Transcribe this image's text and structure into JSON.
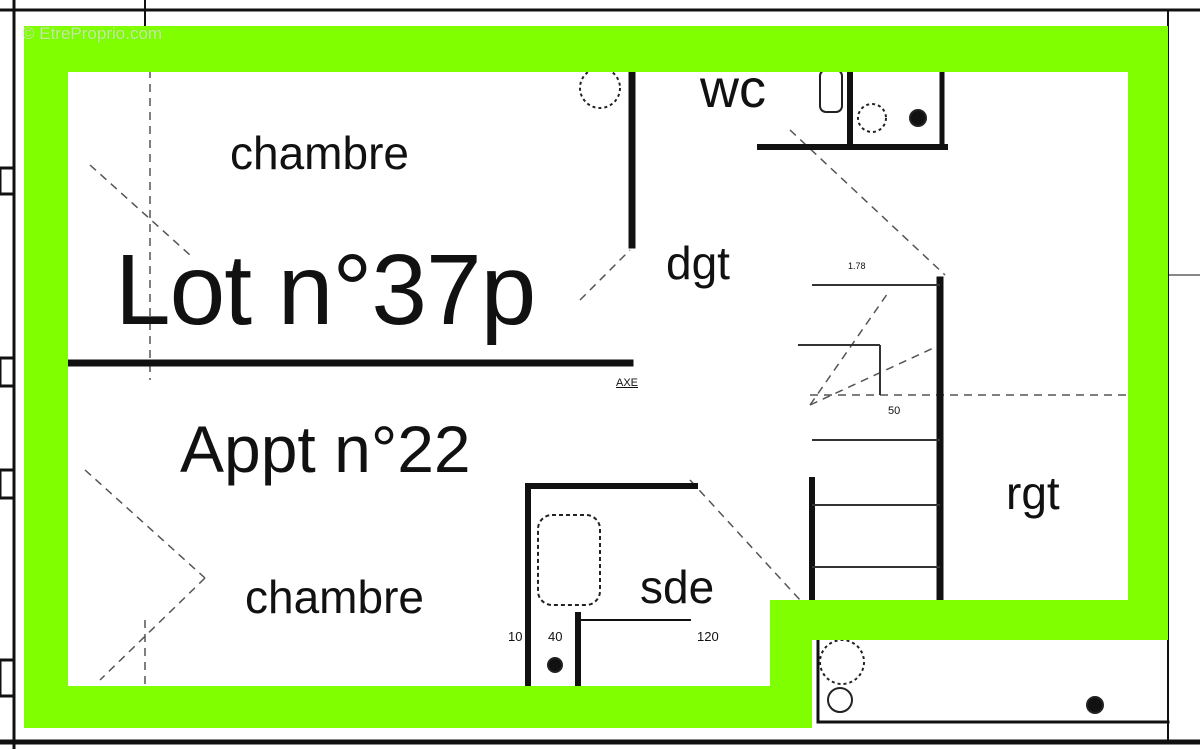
{
  "watermark": "© EtreProprio.com",
  "highlight_color": "#7fff00",
  "wall_color": "#111111",
  "title": {
    "lot": "Lot n°37p",
    "appartement": "Appt n°22"
  },
  "rooms": [
    {
      "id": "chambre-1",
      "label": "chambre"
    },
    {
      "id": "wc",
      "label": "wc"
    },
    {
      "id": "dgt",
      "label": "dgt"
    },
    {
      "id": "chambre-2",
      "label": "chambre"
    },
    {
      "id": "sde",
      "label": "sde"
    },
    {
      "id": "rgt",
      "label": "rgt"
    }
  ],
  "dimensions": {
    "sde_left": "10",
    "sde_mid": "40",
    "sde_right": "120",
    "stair_top": "1.78",
    "stair_mid": "50",
    "axis_mark": "AXE"
  }
}
